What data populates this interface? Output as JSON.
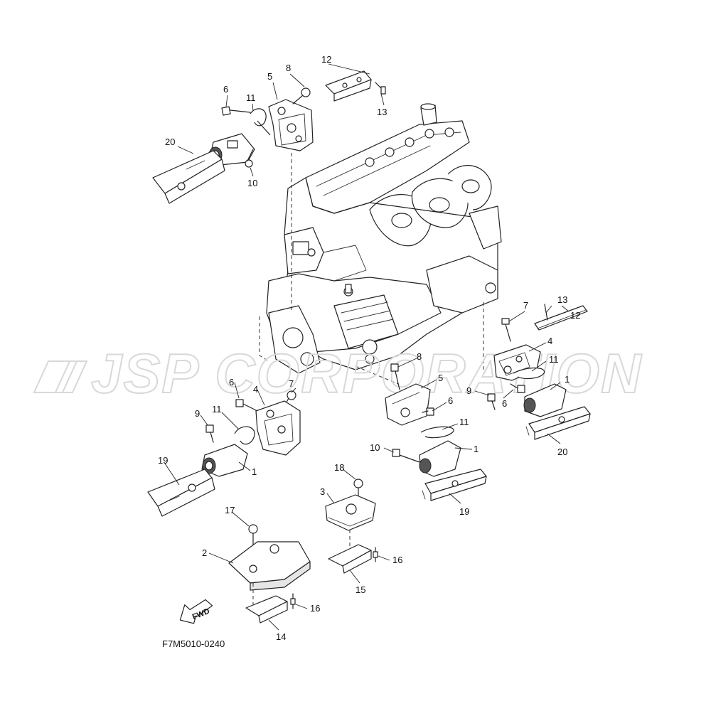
{
  "diagram": {
    "figure_code": "F7M5010-0240",
    "watermark_text": "JSP CORPORATION",
    "fwd_label": "FWD",
    "callouts": [
      {
        "id": "c12a",
        "label": "12"
      },
      {
        "id": "c13a",
        "label": "13"
      },
      {
        "id": "c5a",
        "label": "5"
      },
      {
        "id": "c8a",
        "label": "8"
      },
      {
        "id": "c6a",
        "label": "6"
      },
      {
        "id": "c11a",
        "label": "11"
      },
      {
        "id": "c20a",
        "label": "20"
      },
      {
        "id": "c10a",
        "label": "10"
      },
      {
        "id": "c7a",
        "label": "7"
      },
      {
        "id": "c13b",
        "label": "13"
      },
      {
        "id": "c12b",
        "label": "12"
      },
      {
        "id": "c4a",
        "label": "4"
      },
      {
        "id": "c11b",
        "label": "11"
      },
      {
        "id": "c1a",
        "label": "1"
      },
      {
        "id": "c9a",
        "label": "9"
      },
      {
        "id": "c6b",
        "label": "6"
      },
      {
        "id": "c20b",
        "label": "20"
      },
      {
        "id": "c8b",
        "label": "8"
      },
      {
        "id": "c5b",
        "label": "5"
      },
      {
        "id": "c6c",
        "label": "6"
      },
      {
        "id": "c11c",
        "label": "11"
      },
      {
        "id": "c10b",
        "label": "10"
      },
      {
        "id": "c1b",
        "label": "1"
      },
      {
        "id": "c19a",
        "label": "19"
      },
      {
        "id": "c6d",
        "label": "6"
      },
      {
        "id": "c4b",
        "label": "4"
      },
      {
        "id": "c7b",
        "label": "7"
      },
      {
        "id": "c9b",
        "label": "9"
      },
      {
        "id": "c11d",
        "label": "11"
      },
      {
        "id": "c1c",
        "label": "1"
      },
      {
        "id": "c19b",
        "label": "19"
      },
      {
        "id": "c18",
        "label": "18"
      },
      {
        "id": "c3",
        "label": "3"
      },
      {
        "id": "c17",
        "label": "17"
      },
      {
        "id": "c2",
        "label": "2"
      },
      {
        "id": "c16a",
        "label": "16"
      },
      {
        "id": "c15",
        "label": "15"
      },
      {
        "id": "c16b",
        "label": "16"
      },
      {
        "id": "c14",
        "label": "14"
      }
    ]
  }
}
